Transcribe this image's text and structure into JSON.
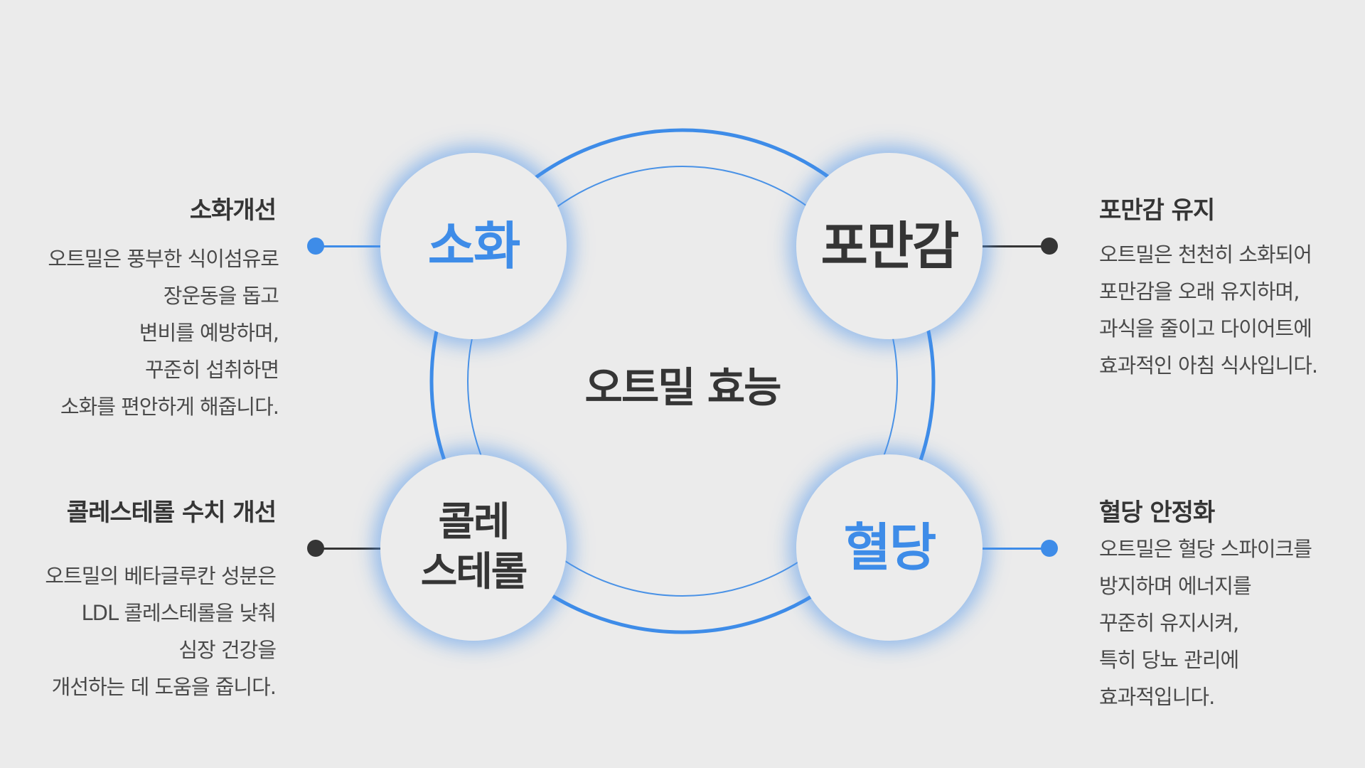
{
  "center_title": "오트밀 효능",
  "bubbles": {
    "digestion": "소화",
    "satiety": "포만감",
    "cholesterol_line1": "콜레",
    "cholesterol_line2": "스테롤",
    "blood_sugar": "혈당"
  },
  "blocks": {
    "digestion": {
      "title": "소화개선",
      "lines": [
        "오트밀은 풍부한 식이섬유로",
        "장운동을 돕고",
        "변비를 예방하며,",
        "꾸준히 섭취하면",
        "소화를 편안하게 해줍니다."
      ]
    },
    "satiety": {
      "title": "포만감 유지",
      "lines": [
        "오트밀은 천천히 소화되어",
        "포만감을 오래 유지하며,",
        "과식을 줄이고 다이어트에",
        "효과적인 아침 식사입니다."
      ]
    },
    "cholesterol": {
      "title": "콜레스테롤 수치 개선",
      "lines": [
        "오트밀의 베타글루칸 성분은",
        "LDL 콜레스테롤을 낮춰",
        "심장 건강을",
        "개선하는 데 도움을 줍니다."
      ]
    },
    "blood_sugar": {
      "title": "혈당 안정화",
      "lines": [
        "오트밀은 혈당 스파이크를",
        "방지하며 에너지를",
        "꾸준히 유지시켜,",
        "특히 당뇨 관리에",
        "효과적입니다."
      ]
    }
  },
  "colors": {
    "accent": "#3e8ce8",
    "dark": "#353535",
    "background": "#ebebeb"
  }
}
